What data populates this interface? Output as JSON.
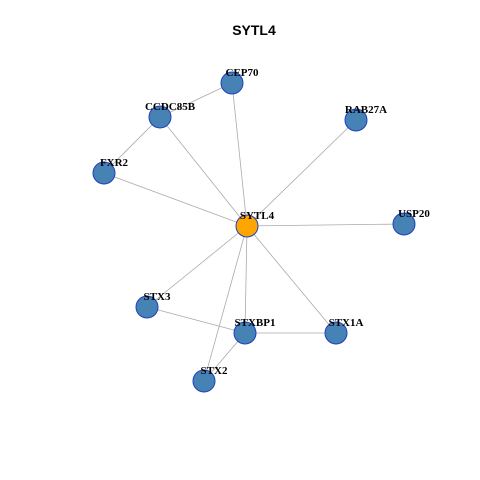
{
  "title": "SYTL4",
  "colors": {
    "center_fill": "#ffa500",
    "node_fill": "#4682b4",
    "node_stroke": "#1f3fbf",
    "edge": "#aaaaaa"
  },
  "nodes": [
    {
      "id": "SYTL4",
      "label": "SYTL4",
      "center": true
    },
    {
      "id": "CEP70",
      "label": "CEP70"
    },
    {
      "id": "CCDC85B",
      "label": "CCDC85B"
    },
    {
      "id": "RAB27A",
      "label": "RAB27A"
    },
    {
      "id": "FXR2",
      "label": "FXR2"
    },
    {
      "id": "USP20",
      "label": "USP20"
    },
    {
      "id": "STX3",
      "label": "STX3"
    },
    {
      "id": "STXBP1",
      "label": "STXBP1"
    },
    {
      "id": "STX1A",
      "label": "STX1A"
    },
    {
      "id": "STX2",
      "label": "STX2"
    }
  ],
  "edges": [
    [
      "SYTL4",
      "CEP70"
    ],
    [
      "SYTL4",
      "CCDC85B"
    ],
    [
      "SYTL4",
      "RAB27A"
    ],
    [
      "SYTL4",
      "FXR2"
    ],
    [
      "SYTL4",
      "USP20"
    ],
    [
      "SYTL4",
      "STX3"
    ],
    [
      "SYTL4",
      "STXBP1"
    ],
    [
      "SYTL4",
      "STX1A"
    ],
    [
      "SYTL4",
      "STX2"
    ],
    [
      "CEP70",
      "CCDC85B"
    ],
    [
      "CCDC85B",
      "FXR2"
    ],
    [
      "STX3",
      "STXBP1"
    ],
    [
      "STXBP1",
      "STX1A"
    ],
    [
      "STXBP1",
      "STX2"
    ]
  ]
}
